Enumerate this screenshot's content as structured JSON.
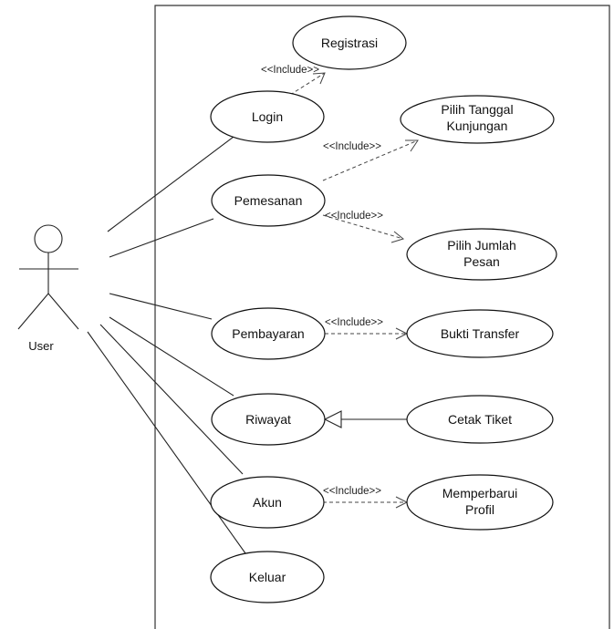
{
  "actor": {
    "name": "User",
    "icon": "stick-figure-actor-icon"
  },
  "use_cases": {
    "registrasi": {
      "lines": [
        "Registrasi"
      ]
    },
    "login": {
      "lines": [
        "Login"
      ]
    },
    "pilih_tanggal": {
      "lines": [
        "Pilih Tanggal",
        "Kunjungan"
      ]
    },
    "pemesanan": {
      "lines": [
        "Pemesanan"
      ]
    },
    "pilih_jumlah": {
      "lines": [
        "Pilih Jumlah",
        "Pesan"
      ]
    },
    "pembayaran": {
      "lines": [
        "Pembayaran"
      ]
    },
    "bukti_transfer": {
      "lines": [
        "Bukti Transfer"
      ]
    },
    "riwayat": {
      "lines": [
        "Riwayat"
      ]
    },
    "cetak_tiket": {
      "lines": [
        "Cetak Tiket"
      ]
    },
    "akun": {
      "lines": [
        "Akun"
      ]
    },
    "memperbarui_profil": {
      "lines": [
        "Memperbarui",
        "Profil"
      ]
    },
    "keluar": {
      "lines": [
        "Keluar"
      ]
    }
  },
  "relations": {
    "include_label": "<<Include>>",
    "associations": [
      "login",
      "pemesanan",
      "pembayaran",
      "riwayat",
      "akun",
      "keluar"
    ],
    "includes": [
      {
        "from": "login",
        "to": "registrasi"
      },
      {
        "from": "pemesanan",
        "to": "pilih_tanggal"
      },
      {
        "from": "pemesanan",
        "to": "pilih_jumlah"
      },
      {
        "from": "pembayaran",
        "to": "bukti_transfer"
      },
      {
        "from": "akun",
        "to": "memperbarui_profil"
      }
    ],
    "generalizations": [
      {
        "child": "cetak_tiket",
        "parent": "riwayat"
      }
    ]
  }
}
